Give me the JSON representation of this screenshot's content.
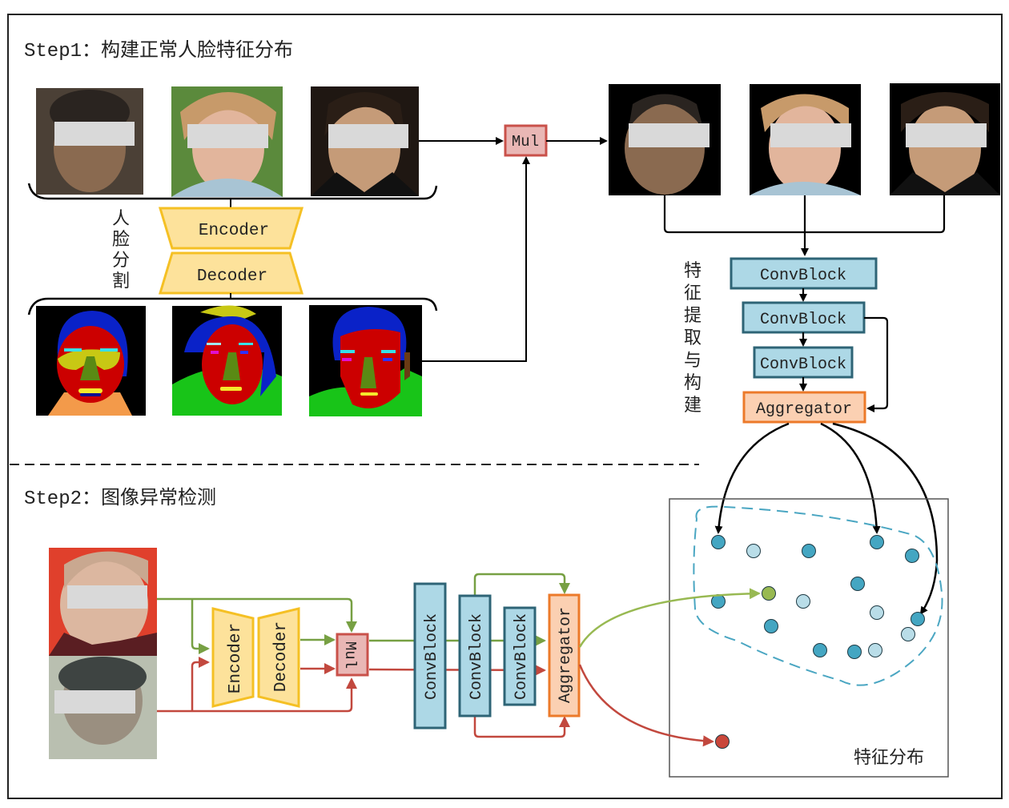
{
  "step1": {
    "title": "Step1：构建正常人脸特征分布",
    "segmentation_label": [
      "人",
      "脸",
      "分",
      "割"
    ],
    "encoder_label": "Encoder",
    "decoder_label": "Decoder",
    "mul_label": "Mul",
    "feature_label": [
      "特",
      "征",
      "提",
      "取",
      "与",
      "构",
      "建"
    ],
    "convblocks": [
      "ConvBlock",
      "ConvBlock",
      "ConvBlock"
    ],
    "aggregator_label": "Aggregator",
    "input_faces": [
      "face-photo-man-beard",
      "face-photo-woman-blonde",
      "face-photo-man-suit"
    ],
    "segmentation_masks": [
      "seg-mask-1",
      "seg-mask-2",
      "seg-mask-3"
    ],
    "masked_faces": [
      "masked-face-1",
      "masked-face-2",
      "masked-face-3"
    ]
  },
  "step2": {
    "title": "Step2：图像异常检测",
    "encoder_label": "Encoder",
    "decoder_label": "Decoder",
    "mul_label": "Mul",
    "convblocks": [
      "ConvBlock",
      "ConvBlock",
      "ConvBlock"
    ],
    "aggregator_label": "Aggregator",
    "feature_space_label": "特征分布",
    "input_faces": [
      "normal-face-elderly-woman",
      "anomalous-face-blurry"
    ]
  },
  "colors": {
    "encoder_fill": "#fde29b",
    "encoder_stroke": "#f5c024",
    "mul_fill": "#e9b7b5",
    "mul_stroke": "#c9514a",
    "conv_fill": "#add8e6",
    "conv_stroke": "#2e6476",
    "agg_fill": "#fbd0b2",
    "agg_stroke": "#ec7a2a",
    "normal_path": "#77a043",
    "anomaly_path": "#c2483e",
    "point_dark": "#44a6c2",
    "point_light": "#b9dde8",
    "point_green": "#98b952",
    "point_red": "#c9473b",
    "cluster_boundary": "#4aa6c2",
    "redact_bar": "#d9d9d9"
  }
}
